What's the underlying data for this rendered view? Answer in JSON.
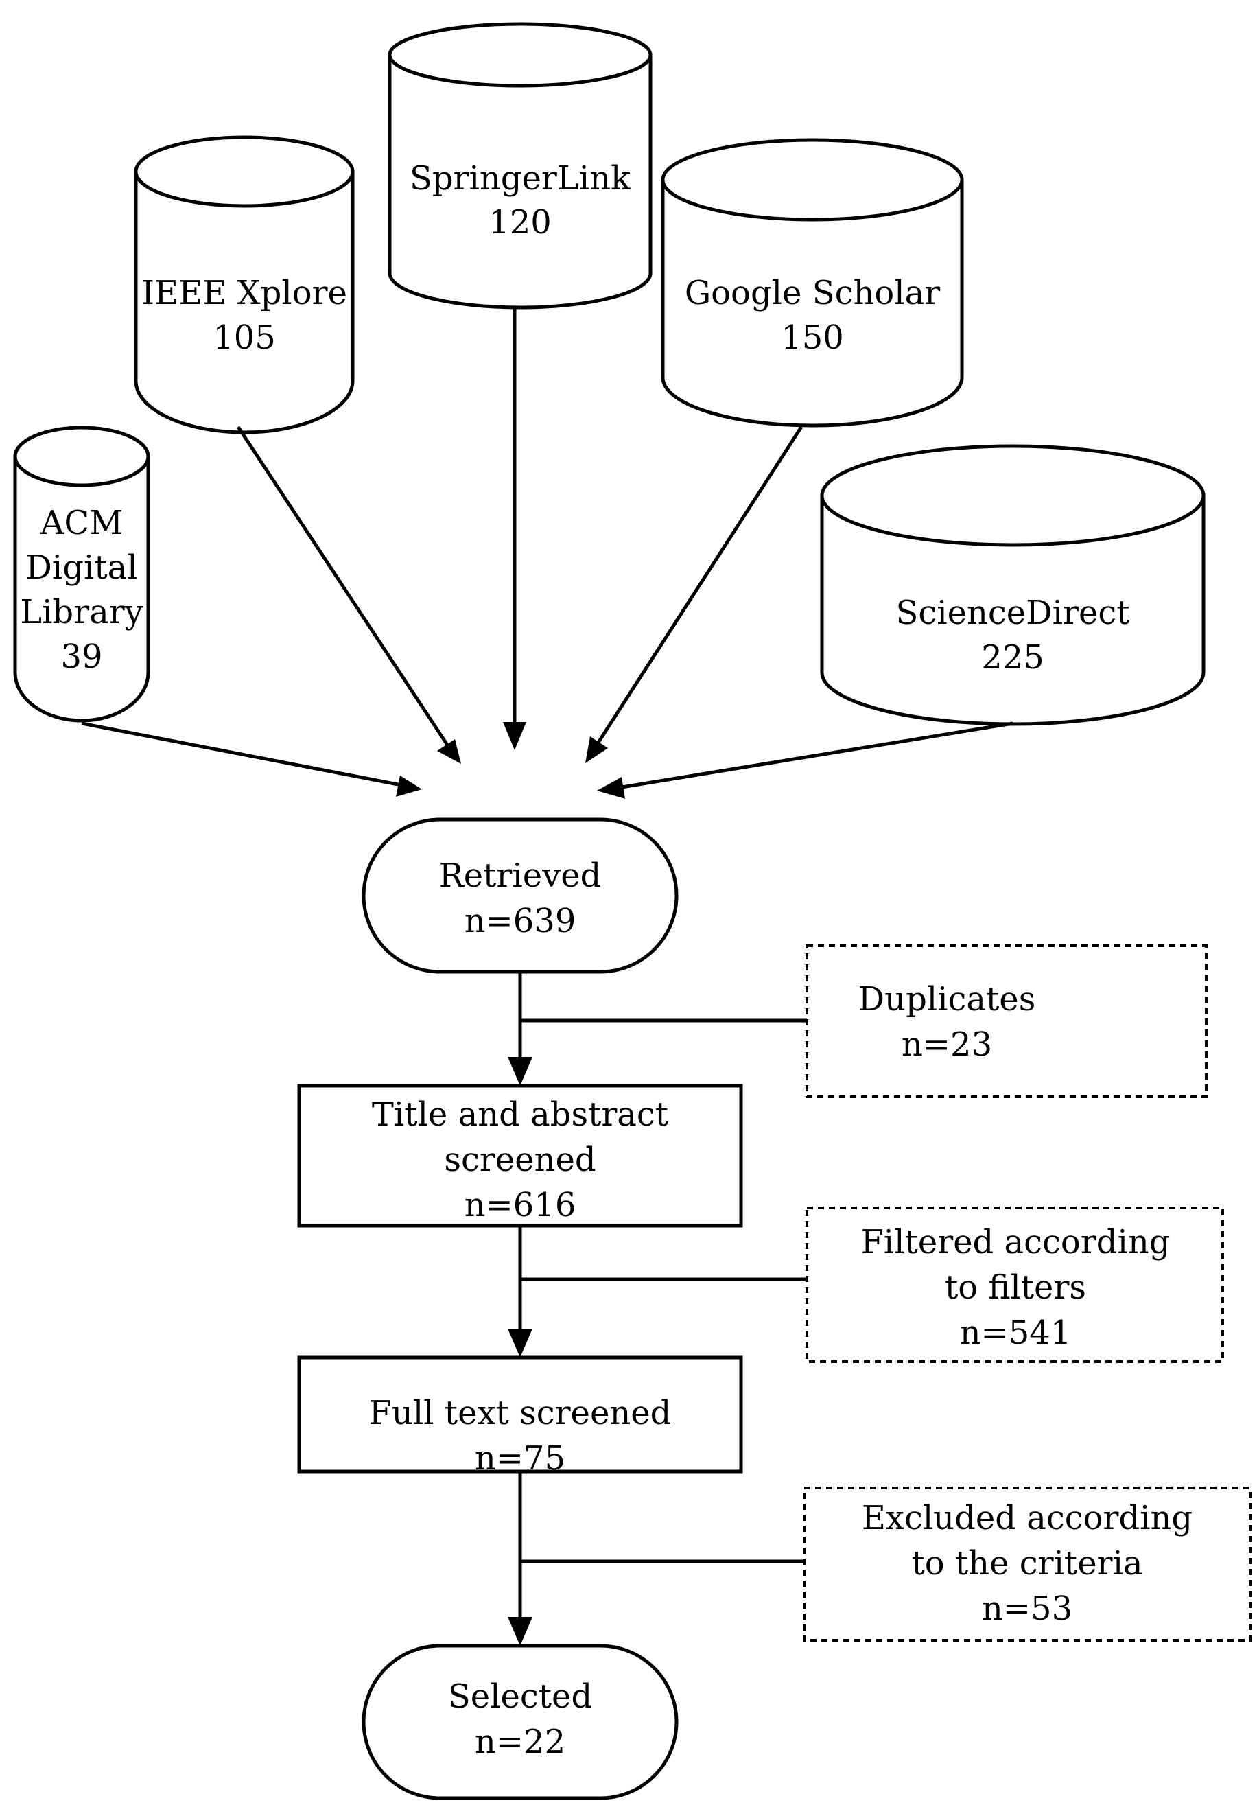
{
  "sources": [
    {
      "id": "acm",
      "lines": [
        "ACM",
        "Digital",
        "Library",
        "39"
      ]
    },
    {
      "id": "ieee",
      "lines": [
        "IEEE Xplore",
        "105"
      ]
    },
    {
      "id": "springer",
      "lines": [
        "SpringerLink",
        "120"
      ]
    },
    {
      "id": "google",
      "lines": [
        "Google Scholar",
        "150"
      ]
    },
    {
      "id": "sciencedirect",
      "lines": [
        "ScienceDirect",
        "225"
      ]
    }
  ],
  "steps": {
    "retrieved": {
      "lines": [
        "Retrieved",
        "n=639"
      ]
    },
    "title_abstract": {
      "lines": [
        "Title and abstract",
        "screened",
        "n=616"
      ]
    },
    "full_text": {
      "lines": [
        "Full text screened",
        "n=75"
      ]
    },
    "selected": {
      "lines": [
        "Selected",
        "n=22"
      ]
    }
  },
  "exclusions": {
    "duplicates": {
      "lines": [
        "Duplicates",
        "n=23"
      ]
    },
    "filtered": {
      "lines": [
        "Filtered according",
        "to filters",
        "n=541"
      ]
    },
    "excluded": {
      "lines": [
        "Excluded according",
        "to the criteria",
        "n=53"
      ]
    }
  }
}
